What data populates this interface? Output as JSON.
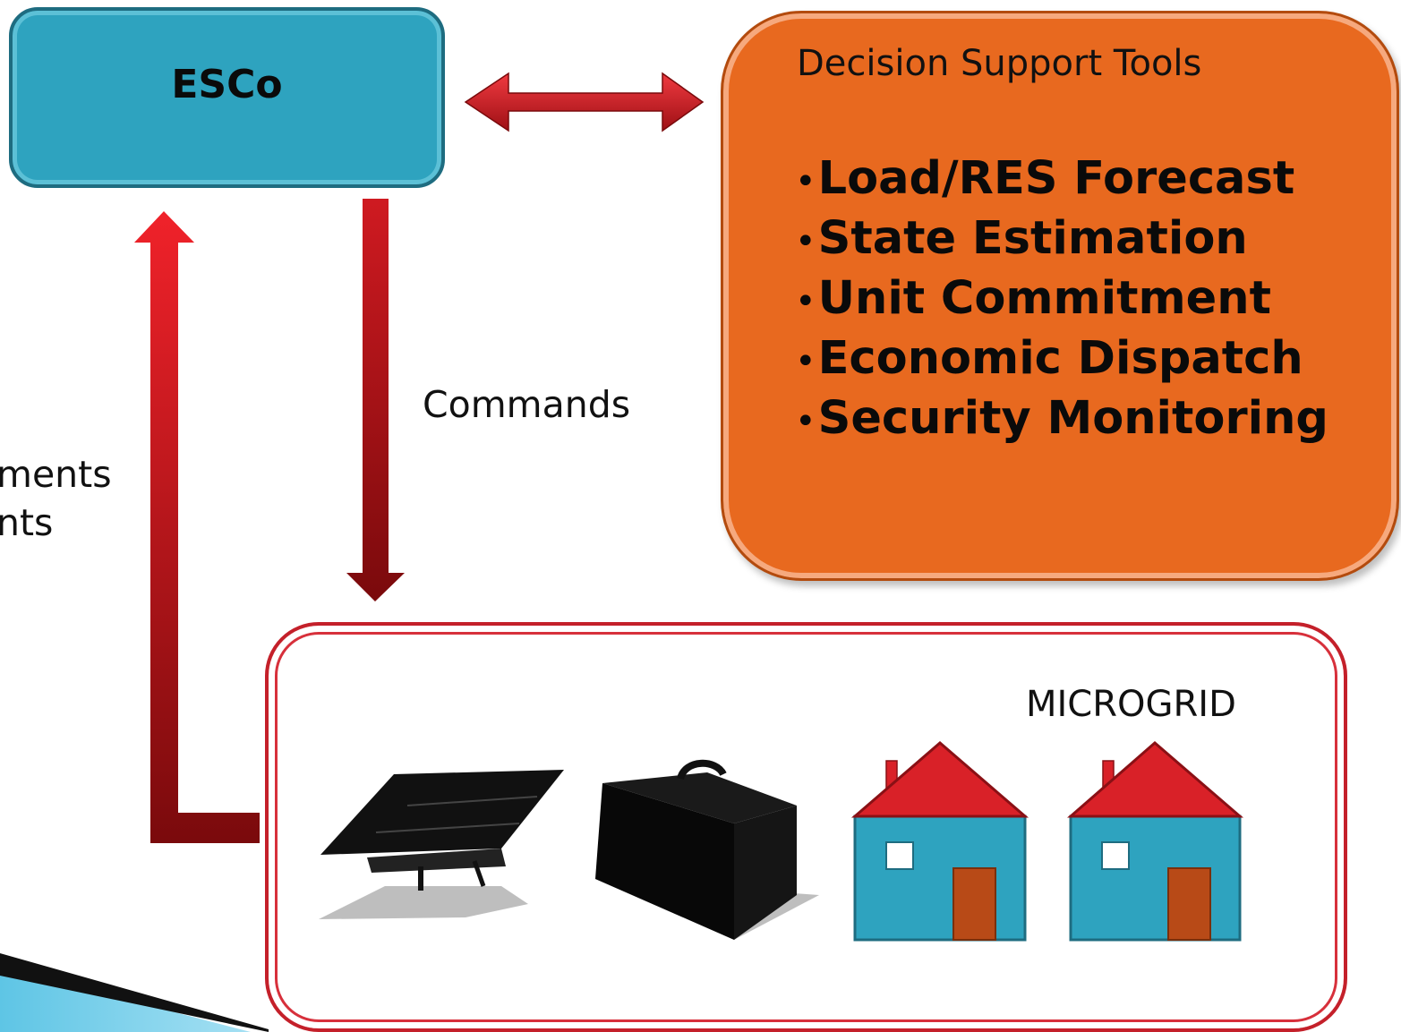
{
  "esco": {
    "label": "ESCo",
    "fill": "#2ea3bf"
  },
  "decision_support": {
    "title": "Decision Support Tools",
    "bullet": "•",
    "items": [
      "Load/RES Forecast",
      "State Estimation",
      "Unit Commitment",
      "Economic Dispatch",
      "Security Monitoring"
    ],
    "fill": "#e8691f"
  },
  "links": {
    "commands_label": "Commands",
    "measurements_line1": "ments",
    "measurements_line2": "nts"
  },
  "microgrid": {
    "label": "MICROGRID",
    "border": "#c4202a",
    "devices": [
      "solar-panel-icon",
      "battery-icon",
      "house-icon",
      "house-icon"
    ]
  },
  "colors": {
    "arrow_red": "#e01b24",
    "arrow_dark": "#7a0a0c",
    "house_wall": "#2ea3bf",
    "house_roof": "#d92128",
    "house_door": "#b84a17"
  }
}
